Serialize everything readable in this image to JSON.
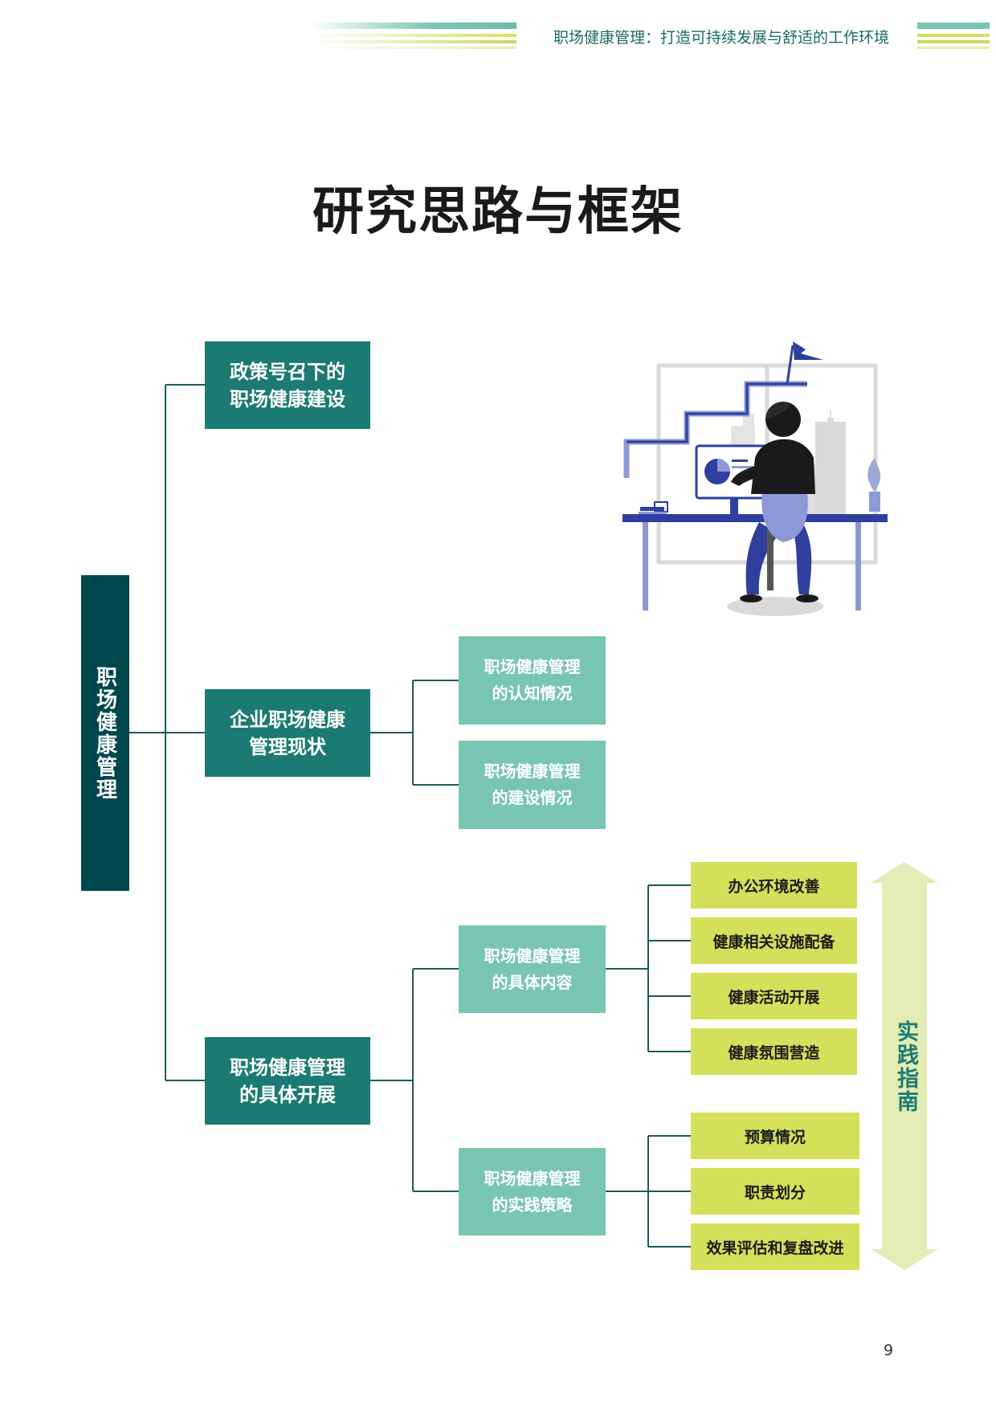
{
  "header": {
    "title": "职场健康管理：打造可持续发展与舒适的工作环境"
  },
  "page_title": "研究思路与框架",
  "root": {
    "label": "职场健康管理"
  },
  "level1": [
    {
      "label": "政策号召下的\n职场健康建设"
    },
    {
      "label": "企业职场健康\n管理现状"
    },
    {
      "label": "职场健康管理\n的具体开展"
    }
  ],
  "level2": [
    {
      "label": "职场健康管理\n的认知情况"
    },
    {
      "label": "职场健康管理\n的建设情况"
    },
    {
      "label": "职场健康管理\n的具体内容"
    },
    {
      "label": "职场健康管理\n的实践策略"
    }
  ],
  "level3": [
    {
      "label": "办公环境改善"
    },
    {
      "label": "健康相关设施配备"
    },
    {
      "label": "健康活动开展"
    },
    {
      "label": "健康氛围营造"
    },
    {
      "label": "预算情况"
    },
    {
      "label": "职责划分"
    },
    {
      "label": "效果评估和复盘改进"
    }
  ],
  "side_label": "实践指南",
  "page_number": "9",
  "colors": {
    "dark_teal": "#00474e",
    "teal": "#1b7a72",
    "light_teal": "#79c5b3",
    "lime": "#d4e05a",
    "pale_lime": "#e3ecb4",
    "line": "#1f5a5a"
  },
  "icons": [
    "office-worker-illustration",
    "double-arrow-icon"
  ]
}
